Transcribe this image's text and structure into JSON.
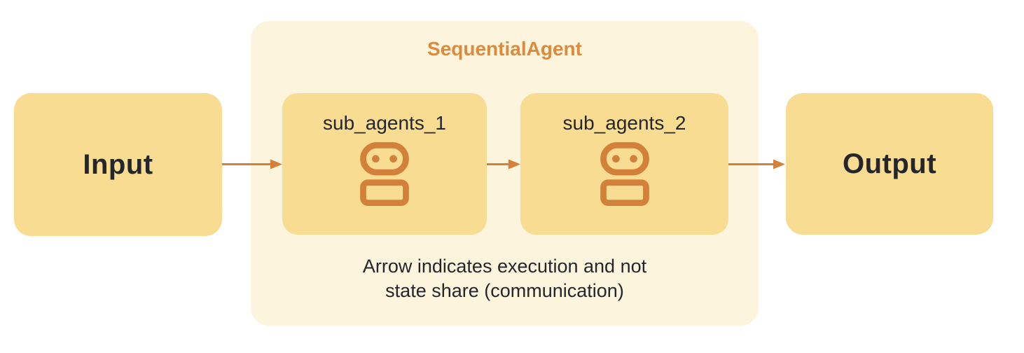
{
  "diagram": {
    "input_box": {
      "label": "Input"
    },
    "output_box": {
      "label": "Output"
    },
    "sequential_agent": {
      "title": "SequentialAgent",
      "sub_agents": [
        {
          "label": "sub_agents_1",
          "icon": "robot-icon"
        },
        {
          "label": "sub_agents_2",
          "icon": "robot-icon"
        }
      ],
      "note_line1": "Arrow indicates execution and not",
      "note_line2": "state share (communication)"
    },
    "arrows": [
      {
        "name": "arrow-input-to-sub-agents-1",
        "direction": "right"
      },
      {
        "name": "arrow-sub-agents-1-to-sub-agents-2",
        "direction": "right"
      },
      {
        "name": "arrow-sub-agents-2-to-output",
        "direction": "right"
      }
    ],
    "colors": {
      "box_yellow": "#F8DC92",
      "container_cream": "#FCF4DD",
      "accent_orange": "#D2803A",
      "title_orange": "#DB8A3E",
      "text_dark": "#24262C"
    }
  }
}
